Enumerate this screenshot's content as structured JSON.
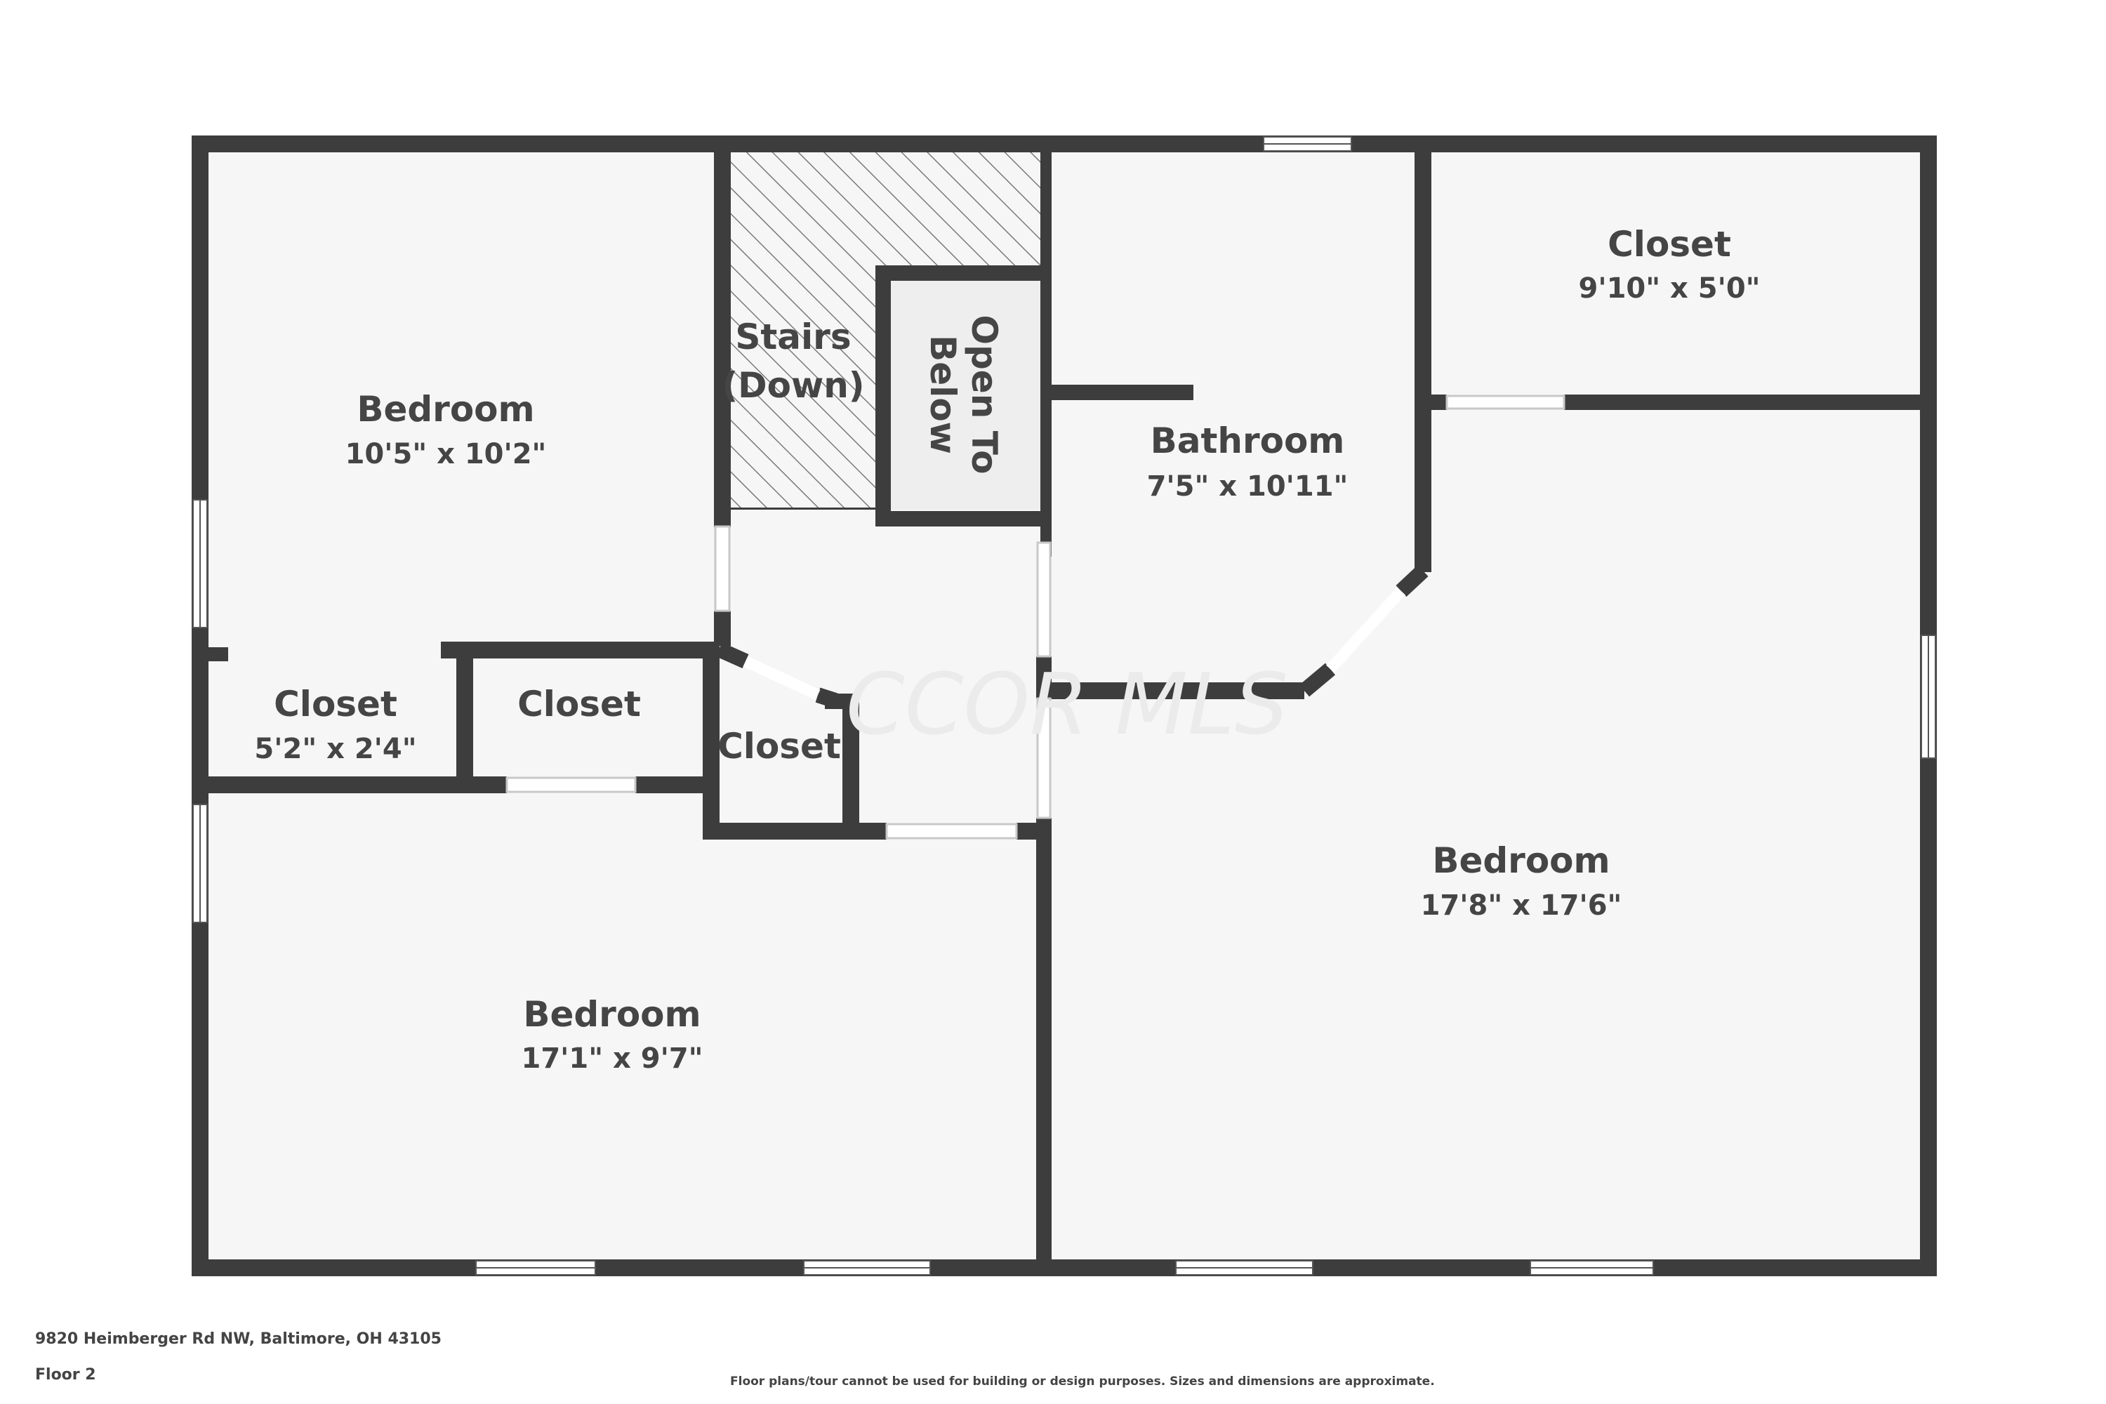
{
  "plan": {
    "watermark": "CCOR MLS",
    "rooms": {
      "bedroom_nw": {
        "name": "Bedroom",
        "dims": "10'5\" x 10'2\""
      },
      "stairs": {
        "name_line1": "Stairs",
        "name_line2": "(Down)"
      },
      "open_below": {
        "line1": "Open To",
        "line2": "Below"
      },
      "bathroom": {
        "name": "Bathroom",
        "dims": "7'5\" x 10'11\""
      },
      "closet_ne": {
        "name": "Closet",
        "dims": "9'10\" x 5'0\""
      },
      "closet_w": {
        "name": "Closet",
        "dims": "5'2\" x 2'4\""
      },
      "closet_mid": {
        "name": "Closet"
      },
      "closet_hall": {
        "name": "Closet"
      },
      "bedroom_e": {
        "name": "Bedroom",
        "dims": "17'8\" x 17'6\""
      },
      "bedroom_sw": {
        "name": "Bedroom",
        "dims": "17'1\" x 9'7\""
      }
    },
    "colors": {
      "wall": "#3d3d3d",
      "floor": "#f6f6f6",
      "text": "#454545",
      "hatch": "#7a7a7a"
    }
  },
  "footer": {
    "address": "9820 Heimberger Rd NW, Baltimore, OH 43105",
    "floor": "Floor 2",
    "disclaimer": "Floor plans/tour cannot be used for building or design purposes. Sizes and dimensions are approximate."
  }
}
